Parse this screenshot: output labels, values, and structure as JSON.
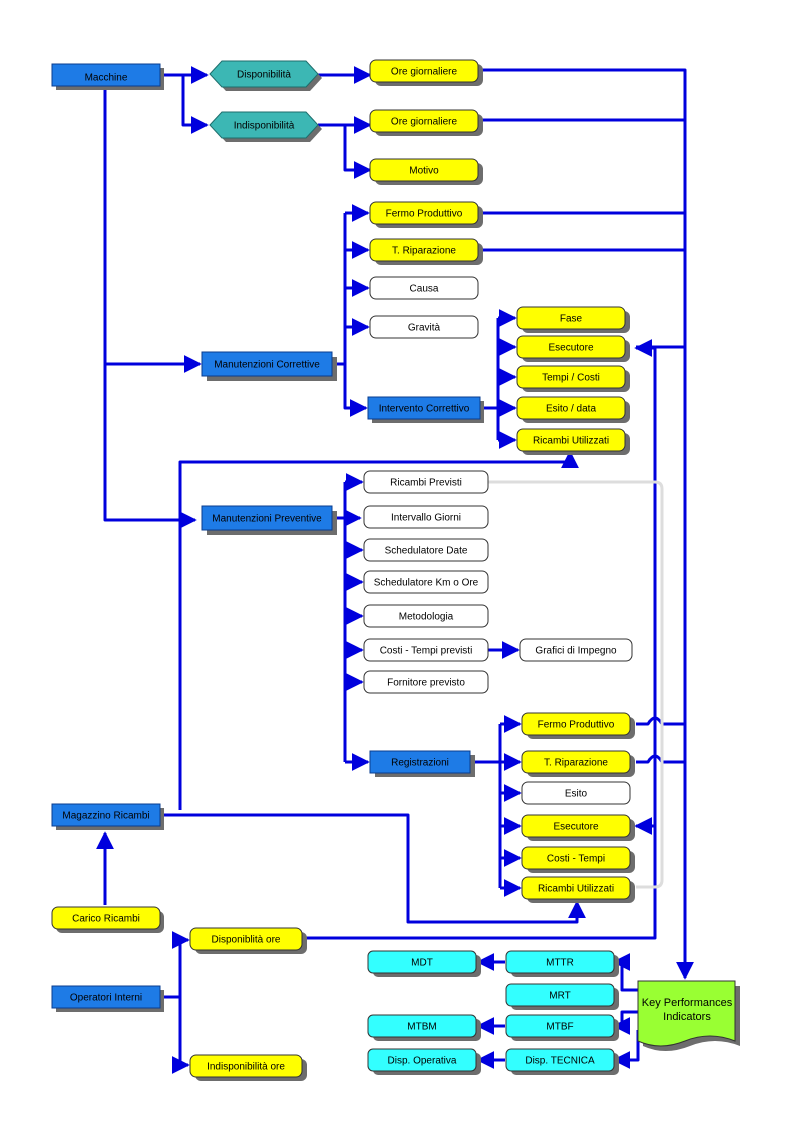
{
  "colors": {
    "blue_fill": "#1e7be6",
    "blue_stroke": "#0a3d8f",
    "yellow_fill": "#ffff00",
    "white_fill": "#ffffff",
    "teal_fill": "#3cb7b4",
    "cyan_fill": "#33ffff",
    "green_fill": "#99ff33",
    "edge": "#0000dd",
    "edge_light": "#dddddd",
    "shadow": "#6d6d6d"
  },
  "nodes": {
    "macchine": "Macchine",
    "disponibilita": "Disponibilità",
    "indisponibilita": "Indisponibilità",
    "ore_giornaliere_1": "Ore giornaliere",
    "ore_giornaliere_2": "Ore giornaliere",
    "motivo": "Motivo",
    "fermo_produttivo_1": "Fermo Produttivo",
    "t_riparazione_1": "T. Riparazione",
    "causa": "Causa",
    "gravita": "Gravità",
    "manutenzioni_correttive": "Manutenzioni Correttive",
    "fase": "Fase",
    "esecutore_1": "Esecutore",
    "tempi_costi": "Tempi / Costi",
    "intervento_correttivo": "Intervento Correttivo",
    "esito_data": "Esito / data",
    "ricambi_utilizzati_1": "Ricambi Utilizzati",
    "ricambi_previsti": "Ricambi Previsti",
    "manutenzioni_preventive": "Manutenzioni Preventive",
    "intervallo_giorni": "Intervallo Giorni",
    "schedulatore_date": "Schedulatore Date",
    "schedulatore_km": "Schedulatore Km o Ore",
    "metodologia": "Metodologia",
    "costi_tempi_previsti": "Costi - Tempi previsti",
    "grafici_impegno": "Grafici di Impegno",
    "fornitore_previsto": "Fornitore previsto",
    "fermo_produttivo_2": "Fermo Produttivo",
    "registrazioni": "Registrazioni",
    "t_riparazione_2": "T. Riparazione",
    "esito": "Esito",
    "magazzino_ricambi": "Magazzino Ricambi",
    "esecutore_2": "Esecutore",
    "costi_tempi": "Costi - Tempi",
    "ricambi_utilizzati_2": "Ricambi Utilizzati",
    "carico_ricambi": "Carico Ricambi",
    "disponibilita_ore": "Disponiblità ore",
    "mdt": "MDT",
    "mttr": "MTTR",
    "operatori_interni": "Operatori Interni",
    "mrt": "MRT",
    "kpi_line1": "Key Performances",
    "kpi_line2": "Indicators",
    "mtbm": "MTBM",
    "mtbf": "MTBF",
    "disp_operativa": "Disp. Operativa",
    "disp_tecnica": "Disp. TECNICA",
    "indisponibilita_ore": "Indisponibilità ore"
  }
}
